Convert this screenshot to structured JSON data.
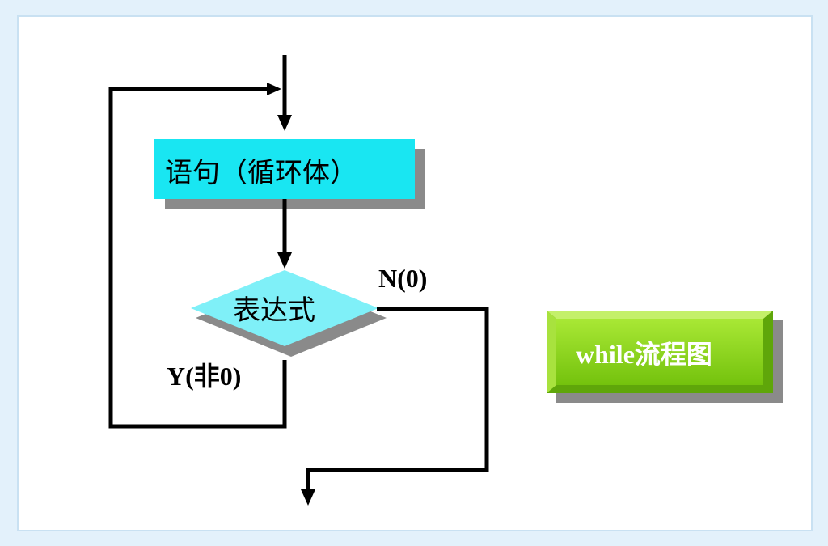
{
  "diagram": {
    "process_box": {
      "text": "语句（循环体）"
    },
    "decision": {
      "text": "表达式"
    },
    "branch_yes": {
      "text": "Y(非0)"
    },
    "branch_no": {
      "text": "N(0)"
    },
    "title_button": {
      "text": "while流程图"
    }
  },
  "colors": {
    "process_fill": "#19e6f2",
    "decision_fill": "#7ff0f8",
    "title_fill": "#8fd61a",
    "title_fill_dark": "#5fa60a",
    "shadow": "#8a8a8a",
    "line": "#000000",
    "page_bg": "#e3f1fb"
  }
}
